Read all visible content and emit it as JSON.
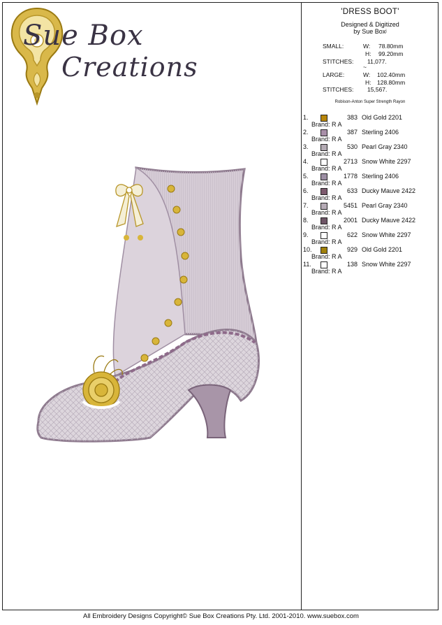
{
  "logo": {
    "line1": "Sue Box",
    "line2": "Creations"
  },
  "design": {
    "title": "'DRESS BOOT'",
    "designed_by_line1": "Designed & Digitized",
    "designed_by_line2": "by Sue Boxʲ"
  },
  "specs": {
    "small": {
      "label": "SMALL:",
      "w_label": "W:",
      "w": "78.80mm",
      "h_label": "H:",
      "h": "99.20mm",
      "stitches_label": "STITCHES:",
      "stitches": "11,077."
    },
    "tilde": "~",
    "large": {
      "label": "LARGE:",
      "w_label": "W:",
      "w": "102.40mm",
      "h_label": "H:",
      "h": "128.80mm",
      "stitches_label": "STITCHES:",
      "stitches": "15,567."
    }
  },
  "thread_brand": "Robison-Anton Super Strength Rayon",
  "threads": [
    {
      "num": "1.",
      "code": "383",
      "name": "Old Gold 2201",
      "brand": "Brand: R A",
      "color": "#b8860b"
    },
    {
      "num": "2.",
      "code": "387",
      "name": "Sterling 2406",
      "brand": "Brand: R A",
      "color": "#a88fa8"
    },
    {
      "num": "3.",
      "code": "530",
      "name": "Pearl Gray 2340",
      "brand": "Brand: R A",
      "color": "#b3aab3"
    },
    {
      "num": "4.",
      "code": "2713",
      "name": "Snow White 2297",
      "brand": "Brand: R A",
      "color": "#ffffff"
    },
    {
      "num": "5.",
      "code": "1778",
      "name": "Sterling 2406",
      "brand": "Brand: R A",
      "color": "#9c8ea3"
    },
    {
      "num": "6.",
      "code": "633",
      "name": "Ducky Mauve 2422",
      "brand": "Brand: R A",
      "color": "#7d5a6e"
    },
    {
      "num": "7.",
      "code": "5451",
      "name": "Pearl Gray 2340",
      "brand": "Brand: R A",
      "color": "#b5aab5"
    },
    {
      "num": "8.",
      "code": "2001",
      "name": "Ducky Mauve 2422",
      "brand": "Brand: R A",
      "color": "#6e5566"
    },
    {
      "num": "9.",
      "code": "622",
      "name": "Snow White 2297",
      "brand": "Brand: R A",
      "color": "#ffffff"
    },
    {
      "num": "10.",
      "code": "929",
      "name": "Old Gold 2201",
      "brand": "Brand: R A",
      "color": "#a0800a"
    },
    {
      "num": "11.",
      "code": "138",
      "name": "Snow White 2297",
      "brand": "Brand: R A",
      "color": "#ffffff"
    }
  ],
  "footer": "All Embroidery Designs Copyright© Sue Box Creations Pty. Ltd. 2001-2010. www.suebox.com"
}
